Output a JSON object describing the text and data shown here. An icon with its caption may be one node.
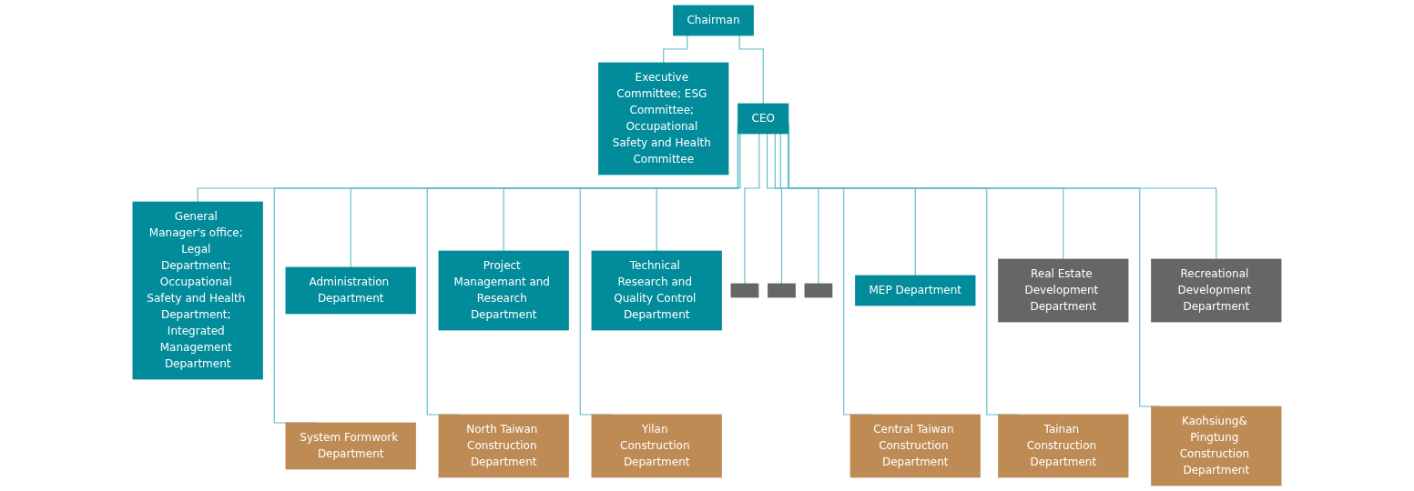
{
  "diagram": {
    "nodes": [
      {
        "text": [
          "Chairman"
        ]
      },
      {
        "text": [
          "Executive Committee; ESG Committee; Occupational Safety and Health Committee"
        ]
      },
      {
        "text": [
          "CEO"
        ]
      },
      {
        "text": [
          "General Manager's office; Legal Department; Occupational Safety and Health Department; Integrated Management Department"
        ]
      },
      {
        "text": [
          "Administration Department"
        ]
      },
      {
        "text": [
          "Project Managemant and Research Department"
        ]
      },
      {
        "text": [
          "Technical Research and Quality Control Department"
        ]
      },
      {
        "text": [
          "MEP Department"
        ]
      },
      {
        "text": [
          "Real Estate Development Department"
        ]
      },
      {
        "text": [
          "Recreational Development Department"
        ]
      },
      {
        "text": [],
        "shape": "box"
      },
      {
        "text": [],
        "shape": "box"
      },
      {
        "text": [],
        "shape": "box"
      },
      {
        "text": [
          "System Formwork Department"
        ]
      },
      {
        "text": [
          "North Taiwan Construction Department"
        ]
      },
      {
        "text": [
          "Yilan Construction Department"
        ]
      },
      {
        "text": [
          "Central Taiwan Construction Department"
        ]
      },
      {
        "text": [
          "Tainan Construction Department"
        ]
      },
      {
        "text": [
          "Kaohsiung& Pingtung Construction Department"
        ]
      }
    ],
    "edges": [
      {
        "from": 0,
        "to": 2,
        "arrow": "none"
      },
      {
        "from": 0,
        "to": 1,
        "arrow": "none"
      },
      {
        "from": 2,
        "to": 3,
        "arrow": "none"
      },
      {
        "from": 2,
        "to": 4,
        "arrow": "none"
      },
      {
        "from": 2,
        "to": 5,
        "arrow": "none"
      },
      {
        "from": 2,
        "to": 6,
        "arrow": "none"
      },
      {
        "from": 2,
        "to": 7,
        "arrow": "none"
      },
      {
        "from": 2,
        "to": 8,
        "arrow": "none"
      },
      {
        "from": 2,
        "to": 9,
        "arrow": "none"
      },
      {
        "from": 2,
        "to": 10,
        "arrow": "none"
      },
      {
        "from": 2,
        "to": 11,
        "arrow": "none"
      },
      {
        "from": 2,
        "to": 12,
        "arrow": "none"
      },
      {
        "from": 2,
        "to": 13,
        "arrow": "none"
      },
      {
        "from": 2,
        "to": 14,
        "arrow": "none"
      },
      {
        "from": 2,
        "to": 15,
        "arrow": "none"
      },
      {
        "from": 2,
        "to": 16,
        "arrow": "none"
      },
      {
        "from": 2,
        "to": 17,
        "arrow": "none"
      },
      {
        "from": 2,
        "to": 18,
        "arrow": "none"
      }
    ]
  }
}
